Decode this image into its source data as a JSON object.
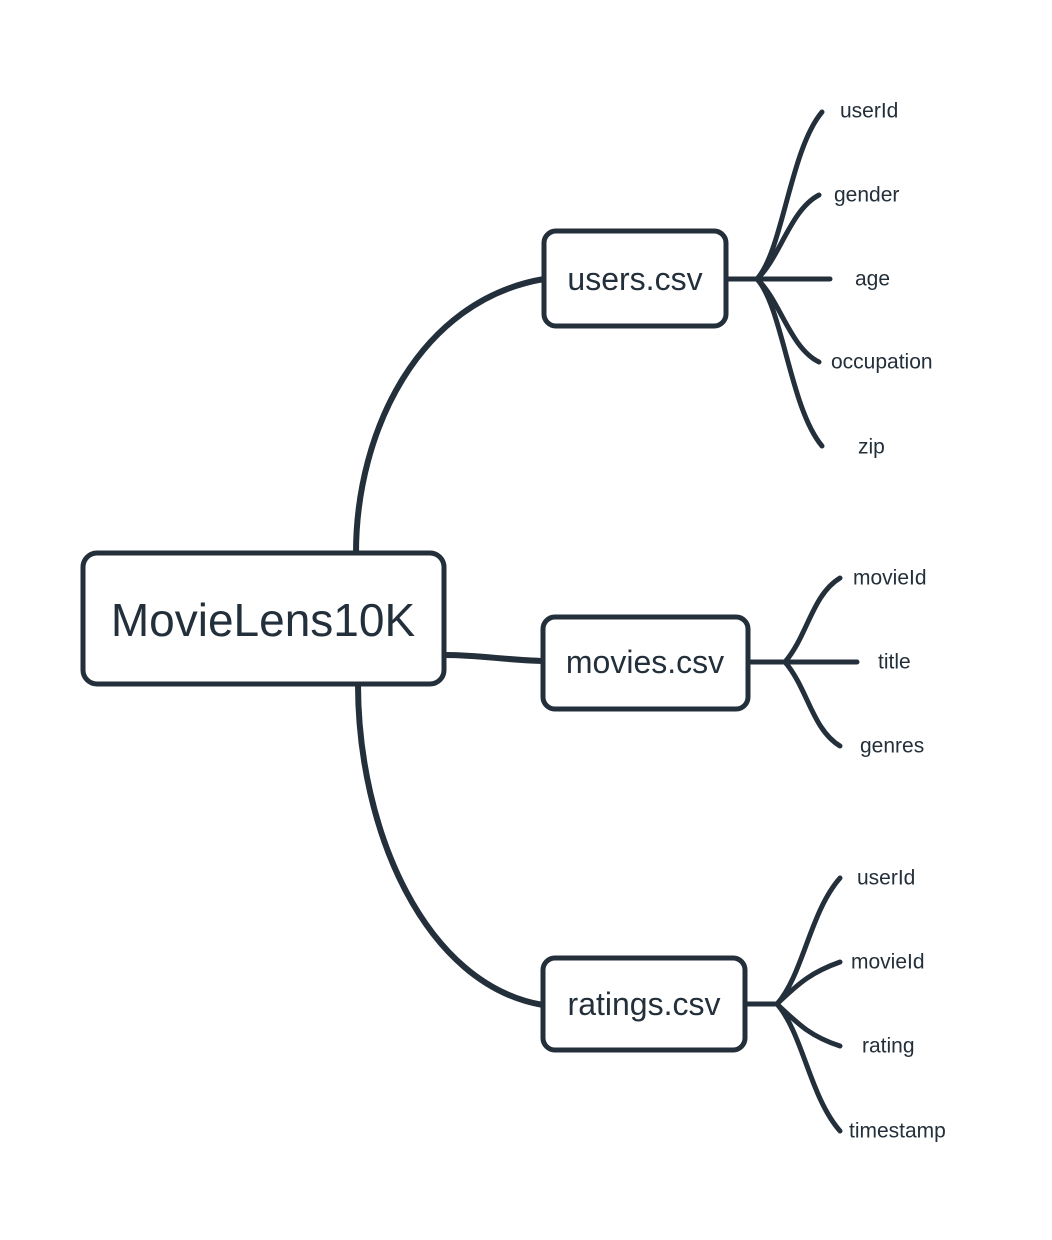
{
  "diagram": {
    "type": "mindmap",
    "title": "MovieLens10K",
    "background_color": "#ffffff",
    "stroke_color": "#232f3a",
    "text_color": "#232f3a",
    "root": {
      "label": "MovieLens10K"
    },
    "branches": [
      {
        "id": "users",
        "label": "users.csv",
        "leaves": [
          {
            "label": "userId"
          },
          {
            "label": "gender"
          },
          {
            "label": "age"
          },
          {
            "label": "occupation"
          },
          {
            "label": "zip"
          }
        ]
      },
      {
        "id": "movies",
        "label": "movies.csv",
        "leaves": [
          {
            "label": "movieId"
          },
          {
            "label": "title"
          },
          {
            "label": "genres"
          }
        ]
      },
      {
        "id": "ratings",
        "label": "ratings.csv",
        "leaves": [
          {
            "label": "userId"
          },
          {
            "label": "movieId"
          },
          {
            "label": "rating"
          },
          {
            "label": "timestamp"
          }
        ]
      }
    ]
  }
}
